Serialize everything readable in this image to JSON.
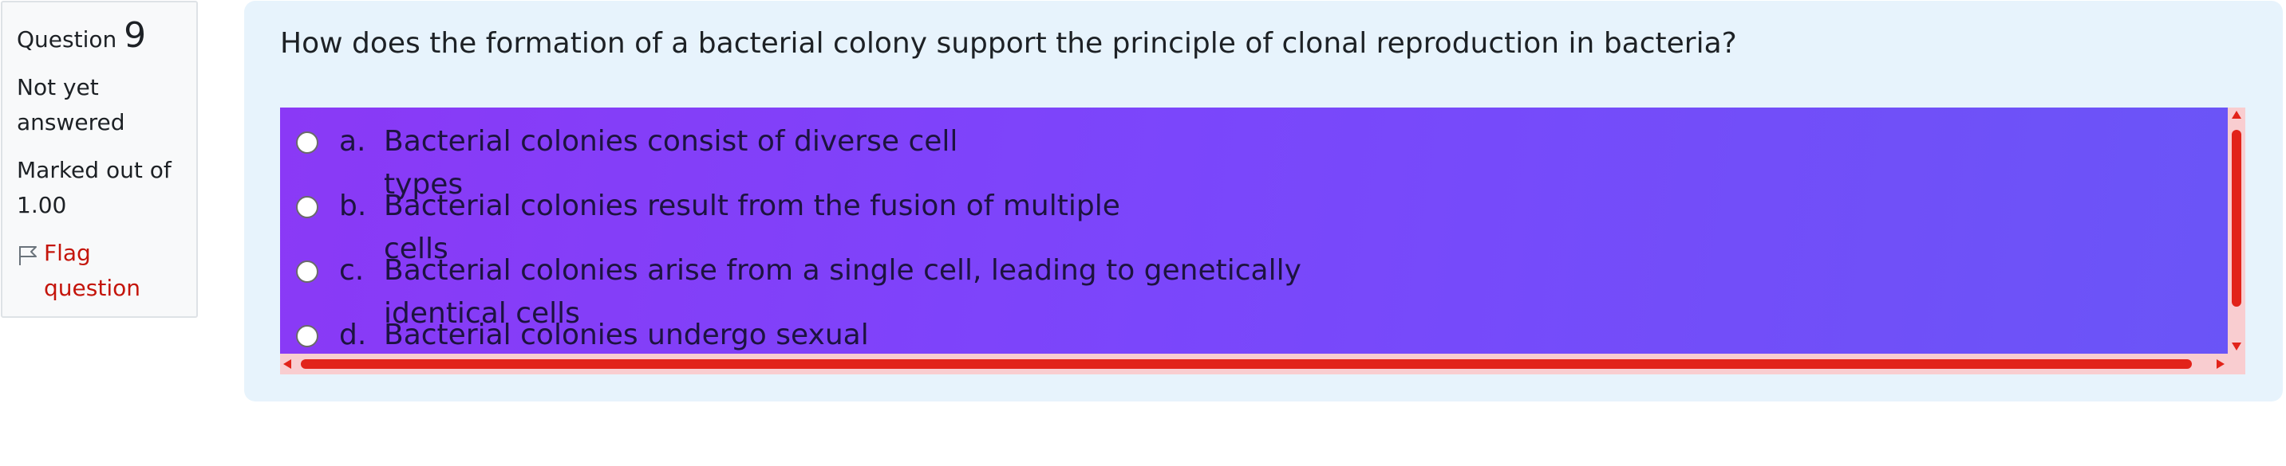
{
  "question_info": {
    "label": "Question",
    "number": "9",
    "state": "Not yet answered",
    "grade": "Marked out of 1.00",
    "flag_label": "Flag question"
  },
  "question": {
    "text": "How does the formation of a bacterial colony support the principle of clonal reproduction in bacteria?",
    "options": [
      {
        "letter": "a.",
        "line1": "Bacterial colonies consist of diverse cell",
        "line2": "types"
      },
      {
        "letter": "b.",
        "line1": "Bacterial colonies result from the fusion of multiple",
        "line2": "cells"
      },
      {
        "letter": "c.",
        "line1": "Bacterial colonies arise from a single cell, leading to genetically",
        "line2": "identical cells"
      },
      {
        "letter": "d.",
        "line1": "Bacterial colonies undergo sexual",
        "line2": ""
      }
    ]
  },
  "colors": {
    "flag_red": "#c4150b",
    "scrollbar_red": "#e2231a",
    "panel_blue": "#e7f3fc"
  },
  "icons": {
    "flag": "flag-outline-icon",
    "radio": "radio-button"
  }
}
